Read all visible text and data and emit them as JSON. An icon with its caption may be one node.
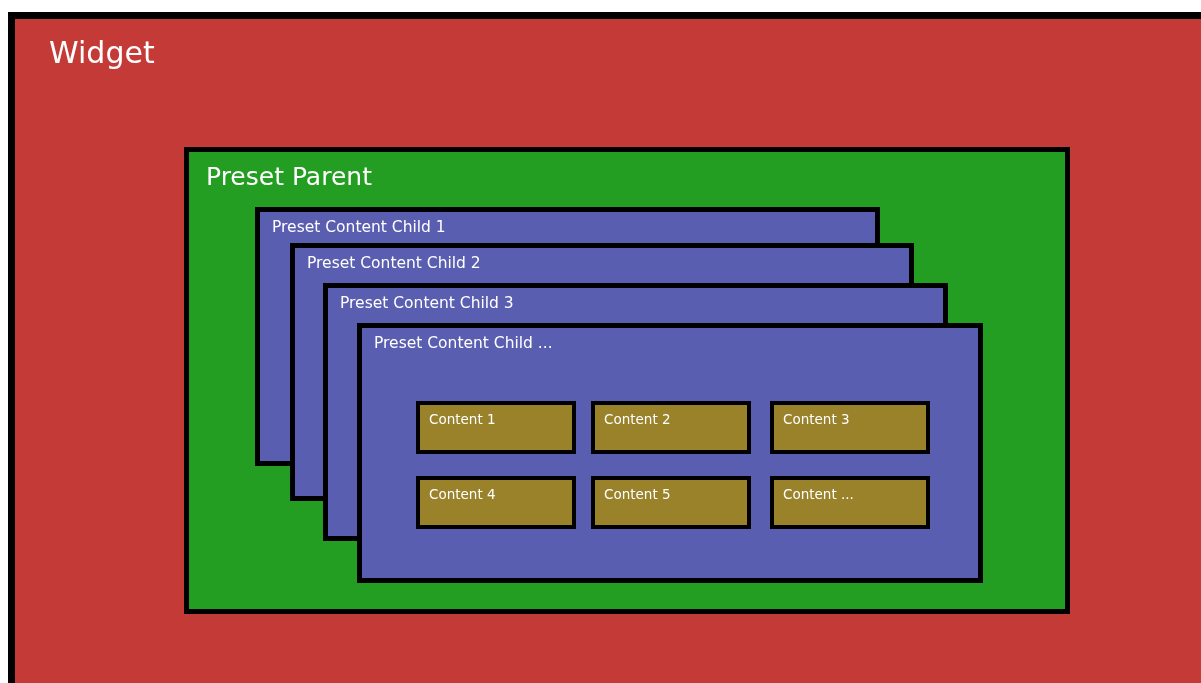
{
  "diagram": {
    "nodes": [
      {
        "text": [
          "Widget"
        ]
      },
      {
        "text": [
          "Preset Parent"
        ],
        "in": 0
      },
      {
        "text": [
          "Preset Content Child 1"
        ],
        "in": 1
      },
      {
        "text": [
          "Preset Content Child 2"
        ],
        "in": 1
      },
      {
        "text": [
          "Preset Content Child 3"
        ],
        "in": 1
      },
      {
        "text": [
          "Preset Content Child ..."
        ],
        "in": 1
      },
      {
        "text": [
          "Content 1"
        ],
        "in": 5
      },
      {
        "text": [
          "Content 2"
        ],
        "in": 5
      },
      {
        "text": [
          "Content 3"
        ],
        "in": 5
      },
      {
        "text": [
          "Content 4"
        ],
        "in": 5
      },
      {
        "text": [
          "Content 5"
        ],
        "in": 5
      },
      {
        "text": [
          "Content ..."
        ],
        "in": 5
      }
    ]
  }
}
